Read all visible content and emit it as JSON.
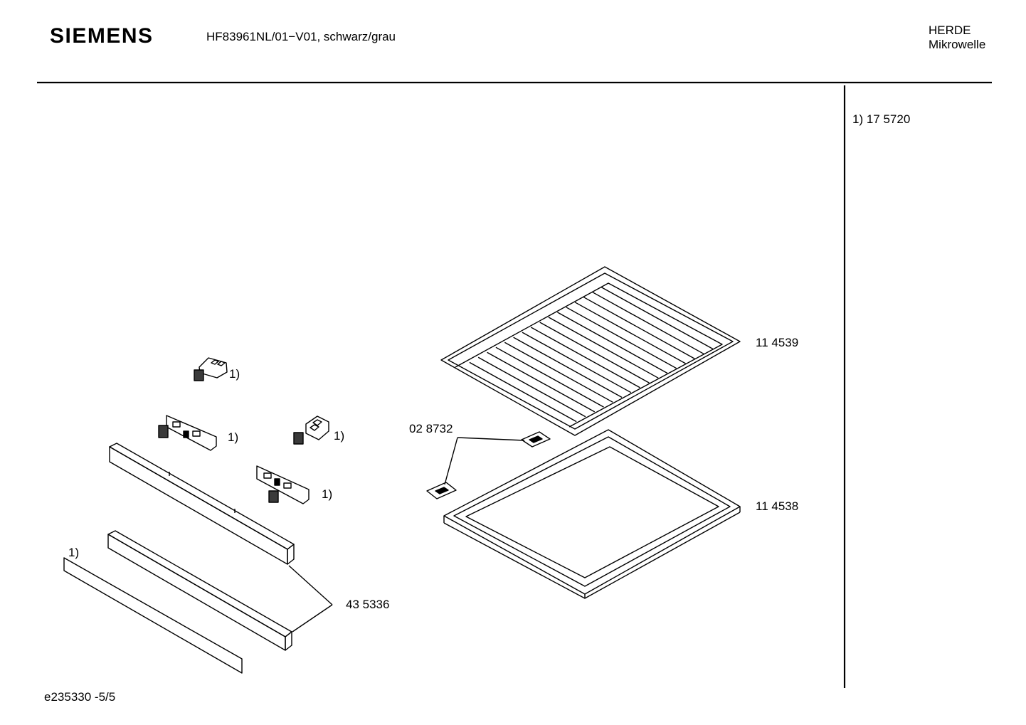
{
  "header": {
    "brand": "SIEMENS",
    "model": "HF83961NL/01−V01, schwarz/grau",
    "category_line1": "HERDE",
    "category_line2": "Mikrowelle"
  },
  "side_notes": {
    "note_1": "1)  17 5720"
  },
  "callouts": {
    "rack": "11 4539",
    "tray": "11 4538",
    "clips": "02 8732",
    "trim_strips": "43 5336",
    "bracket_top": "1)",
    "bracket_mid_left": "1)",
    "bracket_mid_right": "1)",
    "bracket_lower": "1)",
    "strip_bottom": "1)"
  },
  "footer": {
    "drawing_id": "e235330 -5/5"
  }
}
